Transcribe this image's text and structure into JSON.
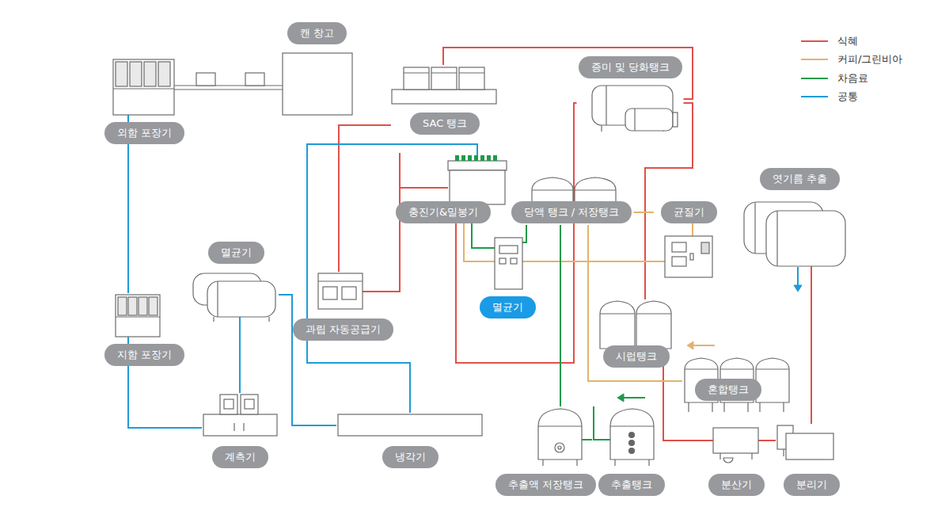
{
  "diagram": {
    "nodes": [
      {
        "text": [
          "캔 창고"
        ]
      },
      {
        "text": [
          "외함 포장기"
        ]
      },
      {
        "text": [
          "SAC 탱크"
        ]
      },
      {
        "text": [
          "증미 및 당화탱크"
        ]
      },
      {
        "text": [
          "충진기&밀봉기"
        ]
      },
      {
        "text": [
          "당액 탱크 / 저장탱크"
        ]
      },
      {
        "text": [
          "균질기"
        ]
      },
      {
        "text": [
          "엿기름 추출"
        ]
      },
      {
        "text": [
          "멸균기"
        ]
      },
      {
        "text": [
          "멸균기"
        ]
      },
      {
        "text": [
          "과립 자동공급기"
        ]
      },
      {
        "text": [
          "지함 포장기"
        ]
      },
      {
        "text": [
          "시럽탱크"
        ]
      },
      {
        "text": [
          "혼합탱크"
        ]
      },
      {
        "text": [
          "계측기"
        ]
      },
      {
        "text": [
          "냉각기"
        ]
      },
      {
        "text": [
          "추출액 저장탱크"
        ]
      },
      {
        "text": [
          "추출탱크"
        ]
      },
      {
        "text": [
          "분산기"
        ]
      },
      {
        "text": [
          "분리기"
        ]
      }
    ],
    "edges": [
      {
        "from": 2,
        "to": 3,
        "arrow": "none"
      },
      {
        "from": 3,
        "to": 12,
        "arrow": "none"
      },
      {
        "from": 3,
        "to": 4,
        "arrow": "none"
      },
      {
        "from": 2,
        "to": 10,
        "arrow": "none"
      },
      {
        "from": 10,
        "to": 4,
        "arrow": "none"
      },
      {
        "from": 7,
        "to": 19,
        "arrow": "none"
      },
      {
        "from": 19,
        "to": 18,
        "arrow": "none"
      },
      {
        "from": 18,
        "to": 12,
        "arrow": "none"
      },
      {
        "from": 4,
        "to": 9,
        "arrow": "none"
      },
      {
        "from": 9,
        "to": 6,
        "arrow": "none"
      },
      {
        "from": 5,
        "to": 6,
        "arrow": "none"
      },
      {
        "from": 5,
        "to": 13,
        "arrow": "none"
      },
      {
        "from": 4,
        "to": 9,
        "arrow": "none"
      },
      {
        "from": 9,
        "to": 5,
        "arrow": "none"
      },
      {
        "from": 5,
        "to": 16,
        "arrow": "none"
      },
      {
        "from": 17,
        "to": 16,
        "arrow": "none"
      },
      {
        "from": 1,
        "to": 11,
        "arrow": "none"
      },
      {
        "from": 11,
        "to": 14,
        "arrow": "none"
      },
      {
        "from": 8,
        "to": 14,
        "arrow": "none"
      },
      {
        "from": 8,
        "to": 15,
        "arrow": "none"
      },
      {
        "from": 15,
        "to": 4,
        "arrow": "none"
      }
    ],
    "legend": [
      {
        "text": "식혜"
      },
      {
        "text": "커피/그린비아"
      },
      {
        "text": "차음료"
      },
      {
        "text": "공통"
      }
    ]
  }
}
